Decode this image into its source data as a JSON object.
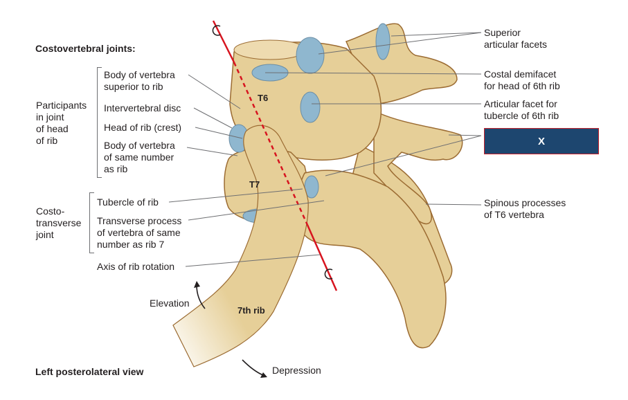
{
  "title": "Costovertebral joints:",
  "view_label": "Left posterolateral view",
  "colors": {
    "bone": "#e6cf98",
    "bone_outline": "#9b6b32",
    "cartilage": "#8fb7cf",
    "axis": "#d7141f",
    "leader": "#6d6e71",
    "answer_box": "#1d466f",
    "answer_box_border": "#c8202a"
  },
  "left_groups": {
    "head_joint": {
      "group_label": [
        "Participants",
        "in joint",
        "of head",
        "of rib"
      ],
      "items": [
        [
          "Body of vertebra",
          "superior to rib"
        ],
        [
          "Intervertebral disc"
        ],
        [
          "Head of rib (crest)"
        ],
        [
          "Body of vertebra",
          "of same number",
          "as rib"
        ]
      ]
    },
    "costotransverse": {
      "group_label": [
        "Costo-",
        "transverse",
        "joint"
      ],
      "items": [
        [
          "Tubercle of rib"
        ],
        [
          "Transverse process",
          "of vertebra of same",
          "number as rib 7"
        ]
      ]
    },
    "axis_label": "Axis of rib rotation"
  },
  "right_labels": {
    "superior_facets": [
      "Superior",
      "articular facets"
    ],
    "costal_demifacet": [
      "Costal demifacet",
      "for head of 6th rib"
    ],
    "articular_facet": [
      "Articular facet for",
      "tubercle of 6th rib"
    ],
    "hidden_answer": "X",
    "spinous": [
      "Spinous processes",
      "of T6 vertebra"
    ]
  },
  "diagram_labels": {
    "t6": "T6",
    "t7": "T7",
    "rib": "7th rib",
    "elevation": "Elevation",
    "depression": "Depression"
  }
}
